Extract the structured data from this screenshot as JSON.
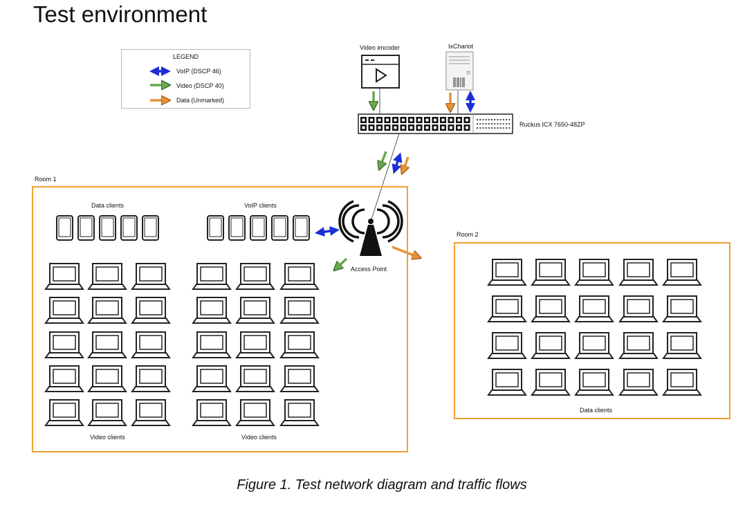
{
  "title": "Test environment",
  "legend": {
    "title": "LEGEND",
    "items": [
      {
        "label": "VoIP (DSCP 46)",
        "color": "#1a2fd6",
        "style": "double-arrow"
      },
      {
        "label": "Video (DSCP 40)",
        "color": "#6aa84f",
        "style": "arrow"
      },
      {
        "label": "Data (Unmarked)",
        "color": "#e69138",
        "style": "arrow"
      }
    ]
  },
  "devices": {
    "video_encoder": "Video encoder",
    "ixchariot": "IxChariot",
    "switch": "Ruckus ICX 7650-48ZP",
    "access_point": "Access Point"
  },
  "room1": {
    "label": "Room 1",
    "data_clients_label": "Data clients",
    "voip_clients_label": "VoIP clients",
    "video_clients_left_label": "Video clients",
    "video_clients_right_label": "Video clients"
  },
  "room2": {
    "label": "Room 2",
    "data_clients_label": "Data clients"
  },
  "caption": "Figure 1. Test network diagram and traffic flows",
  "colors": {
    "voip": "#1a2fd6",
    "video": "#6aa84f",
    "data": "#e69138",
    "room_border": "#f0a030"
  }
}
